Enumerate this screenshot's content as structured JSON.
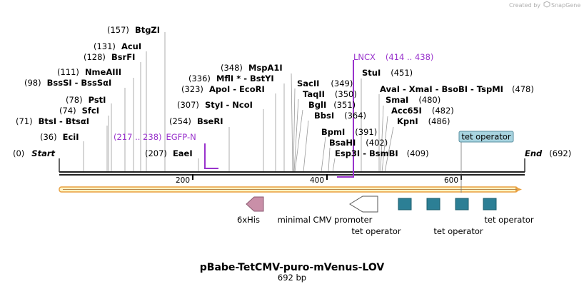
{
  "credit": {
    "text": "Created by",
    "brand": "SnapGene"
  },
  "title": "pBabe-TetCMV-puro-mVenus-LOV",
  "length_label": "692 bp",
  "ends": {
    "start_pos": "(0)",
    "start_label": "Start",
    "end_label": "End",
    "end_pos": "(692)"
  },
  "ruler_ticks": [
    "200",
    "400",
    "600"
  ],
  "sites": {
    "btgzi": {
      "pos": "(157)",
      "name": "BtgZI"
    },
    "acui": {
      "pos": "(131)",
      "name": "AcuI"
    },
    "bsrfi": {
      "pos": "(128)",
      "name": "BsrFI"
    },
    "nmeaiii": {
      "pos": "(111)",
      "name": "NmeAIII"
    },
    "bsssi": {
      "pos": "(98)",
      "name": "BssSI  -  BssSαI"
    },
    "psti": {
      "pos": "(78)",
      "name": "PstI"
    },
    "sfci": {
      "pos": "(74)",
      "name": "SfcI"
    },
    "btsi": {
      "pos": "(71)",
      "name": "BtsI  -  BtsαI"
    },
    "ecii": {
      "pos": "(36)",
      "name": "EciI"
    },
    "eaei": {
      "pos": "(207)",
      "name": "EaeI"
    },
    "bseri": {
      "pos": "(254)",
      "name": "BseRI"
    },
    "styi": {
      "pos": "(307)",
      "name": "StyI  -  NcoI"
    },
    "apoi": {
      "pos": "(323)",
      "name": "ApoI  -  EcoRI"
    },
    "mfli": {
      "pos": "(336)",
      "name": "MflI * - BstYI"
    },
    "mspa1i": {
      "pos": "(348)",
      "name": "MspA1I"
    },
    "sacii": {
      "name": "SacII",
      "pos": "(349)"
    },
    "taqii": {
      "name": "TaqII",
      "pos": "(350)"
    },
    "bgli": {
      "name": "BglI",
      "pos": "(351)"
    },
    "bbsi": {
      "name": "BbsI",
      "pos": "(364)"
    },
    "bpmi": {
      "name": "BpmI",
      "pos": "(391)"
    },
    "bsahi": {
      "name": "BsaHI",
      "pos": "(402)"
    },
    "esp3i": {
      "name": "Esp3I  -  BsmBI",
      "pos": "(409)"
    },
    "stui": {
      "name": "StuI",
      "pos": "(451)"
    },
    "avai": {
      "name": "AvaI  -  XmaI  -  BsoBI  -  TspMI",
      "pos": "(478)"
    },
    "smai": {
      "name": "SmaI",
      "pos": "(480)"
    },
    "acc65i": {
      "name": "Acc65I",
      "pos": "(482)"
    },
    "kpni": {
      "name": "KpnI",
      "pos": "(486)"
    }
  },
  "primers": {
    "egfp": {
      "range": "(217 .. 238)",
      "name": "EGFP-N"
    },
    "lncx": {
      "name": "LNCX",
      "range": "(414 .. 438)"
    }
  },
  "features": {
    "tet_box": "tet operator",
    "his": "6xHis",
    "cmv": "minimal CMV promoter",
    "tet1": "tet operator",
    "tet2": "tet operator",
    "tet3": "tet operator"
  },
  "colors": {
    "primer": "#9933cc",
    "his": "#c98fa8",
    "tet": "#2c7f95",
    "tet_box": "#a8d4e0",
    "orf_border": "#e8a040",
    "orf_fill": "#fff3c4"
  }
}
